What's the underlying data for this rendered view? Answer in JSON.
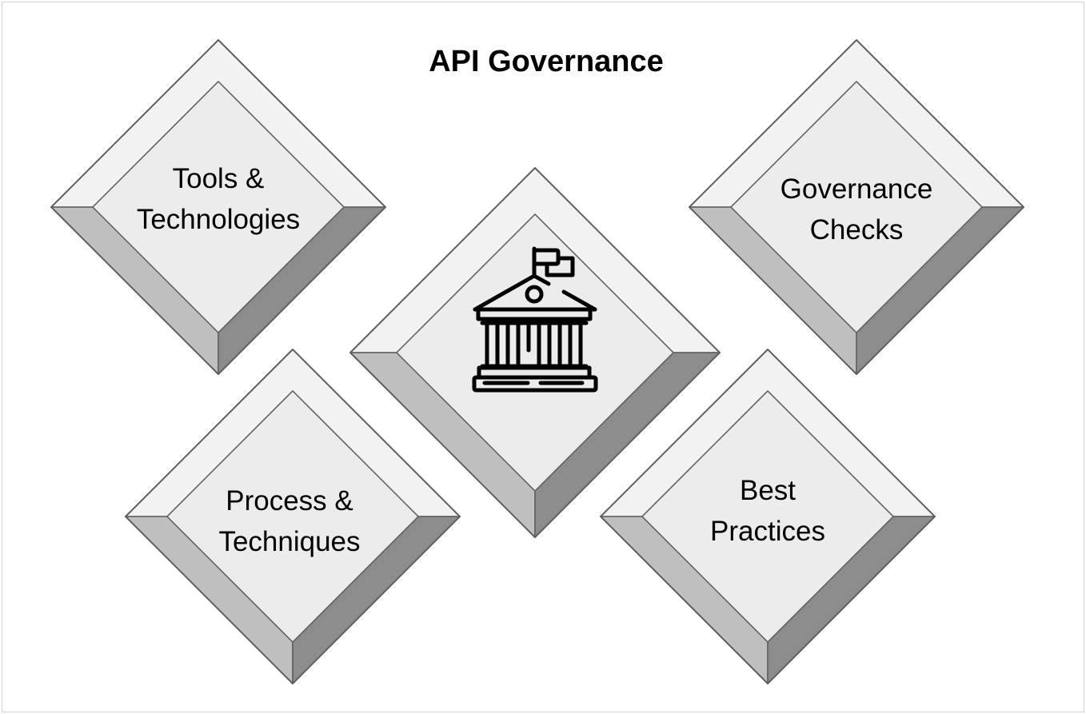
{
  "title": "API Governance",
  "colors": {
    "top_bevel": "#f2f2f2",
    "left_bevel": "#bfbfbf",
    "right_bevel": "#8c8c8c",
    "face": "#ececec",
    "stroke": "#5f5f5f",
    "icon": "#000000"
  },
  "center_icon": "government-building-icon",
  "nodes": [
    {
      "id": "tools",
      "lines": [
        "Tools &",
        "Technologies"
      ]
    },
    {
      "id": "checks",
      "lines": [
        "Governance",
        "Checks"
      ]
    },
    {
      "id": "process",
      "lines": [
        "Process &",
        "Techniques"
      ]
    },
    {
      "id": "practices",
      "lines": [
        "Best",
        "Practices"
      ]
    }
  ]
}
